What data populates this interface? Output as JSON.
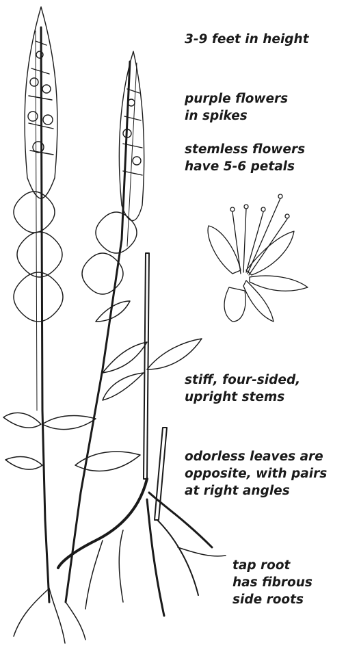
{
  "labels": {
    "height": [
      "3-9 feet in height"
    ],
    "flowers": [
      "purple flowers",
      "in spikes"
    ],
    "petals": [
      "stemless flowers",
      "have 5-6 petals"
    ],
    "stems": [
      "stiff, four-sided,",
      "upright stems"
    ],
    "leaves": [
      "odorless leaves are",
      "opposite, with pairs",
      "at right angles"
    ],
    "root": [
      "tap root",
      "has fibrous",
      "side roots"
    ]
  },
  "colors": {
    "ink": "#1a1a1a",
    "background": "#ffffff"
  }
}
